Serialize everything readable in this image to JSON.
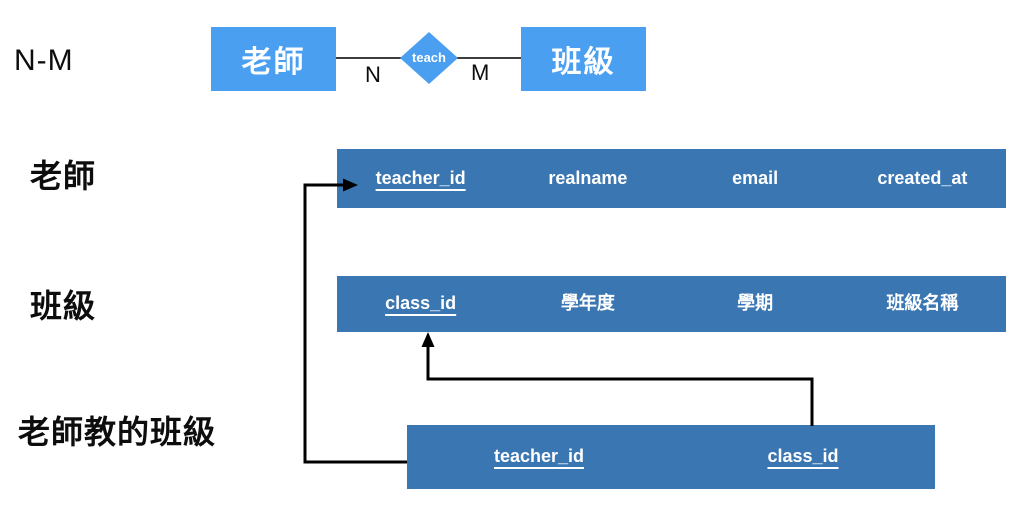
{
  "diagram": {
    "relationship_type": "N-M",
    "er": {
      "left_entity": "老師",
      "relationship": "teach",
      "right_entity": "班級",
      "left_cardinality": "N",
      "right_cardinality": "M"
    },
    "rows": {
      "teacher_label": "老師",
      "class_label": "班級",
      "junction_label": "老師教的班級"
    },
    "tables": {
      "teacher": {
        "columns": [
          {
            "name": "teacher_id",
            "key": true
          },
          {
            "name": "realname",
            "key": false
          },
          {
            "name": "email",
            "key": false
          },
          {
            "name": "created_at",
            "key": false
          }
        ]
      },
      "class": {
        "columns": [
          {
            "name": "class_id",
            "key": true
          },
          {
            "name": "學年度",
            "key": false
          },
          {
            "name": "學期",
            "key": false
          },
          {
            "name": "班級名稱",
            "key": false
          }
        ]
      },
      "junction": {
        "columns": [
          {
            "name": "teacher_id",
            "key": true
          },
          {
            "name": "class_id",
            "key": true
          }
        ]
      }
    },
    "colors": {
      "entity_blue": "#4B9FF0",
      "table_blue": "#3A76B2",
      "connector_black": "#000000"
    }
  }
}
